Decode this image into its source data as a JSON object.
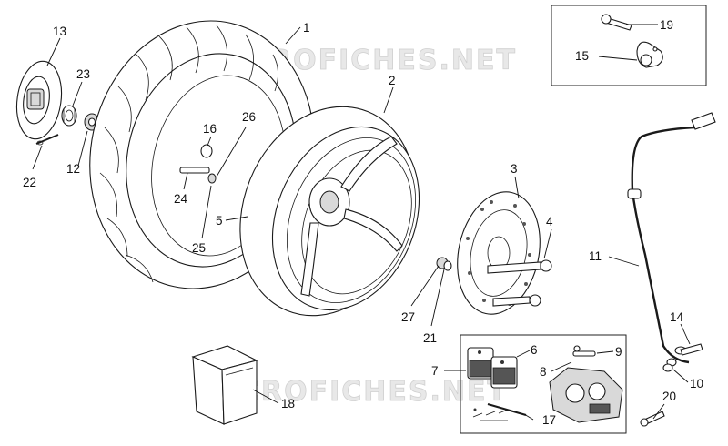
{
  "watermark": "MICROFICHES.NET",
  "callouts": {
    "c1": "1",
    "c2": "2",
    "c3": "3",
    "c4": "4",
    "c5": "5",
    "c6": "6",
    "c7": "7",
    "c8": "8",
    "c9": "9",
    "c10": "10",
    "c11": "11",
    "c12": "12",
    "c13": "13",
    "c14": "14",
    "c15": "15",
    "c16": "16",
    "c17": "17",
    "c18": "18",
    "c19": "19",
    "c20": "20",
    "c21": "21",
    "c22": "22",
    "c23": "23",
    "c24": "24",
    "c25": "25",
    "c26": "26",
    "c27": "27"
  }
}
